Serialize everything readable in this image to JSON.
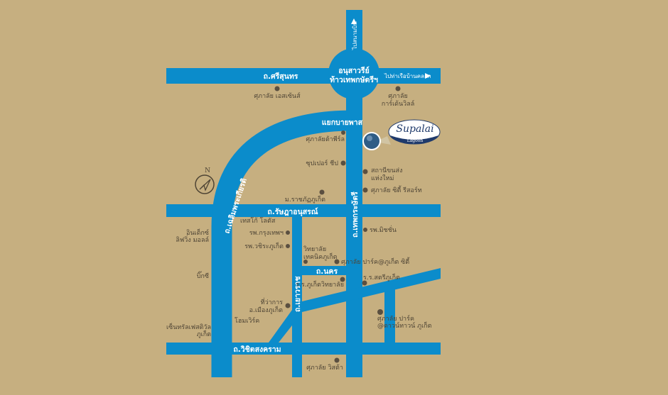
{
  "colors": {
    "road": "#0b8ccb",
    "background": "#c6af80",
    "poi": "#5a4f40"
  },
  "roads": {
    "srisoonthorn": "ถ.ศรีสุนทร",
    "roundabout_line1": "อนุสาวรีย์",
    "roundabout_line2": "ท้าวเทพกษัตรีฯ",
    "to_airport": "ไปสนามบิน",
    "to_pier": "ไปท่าเรือบ้านคลอก",
    "bypass_junction": "แยกบายพาส",
    "chalermprakiat": "ถ.เฉลิมพระเกียรติ",
    "rassada": "ถ.รัษฎาอนุสรณ์",
    "thepkrasattri": "ถ.เทพกระษัตรี",
    "nakhon": "ถ.นคร",
    "yaowarat": "ถ.เยาวราช",
    "wichit": "ถ.วิชิตสงคราม"
  },
  "compass": "N",
  "brand": {
    "name": "Supalai",
    "sub": "Lagoon"
  },
  "pois": [
    "ศุภาลัย เอสเซ้นส์",
    "ศุภาลัย",
    "การ์เด้นวิลล์",
    "ศุภาลัยต้าพีร์ล",
    "ซุปเปอร์ ชีป",
    "สถานีขนส่ง",
    "แห่งใหม่",
    "ศุภาลัย ซิตี้ รีสอร์ท",
    "ม.ราชภัฏภูเก็ต",
    "เทสโก้ โลตัส",
    "อินเด็กซ์",
    "ลิฟวิ่ง มอลล์",
    "รพ.กรุงเทพฯ",
    "รพ.วชิระภูเก็ต",
    "รพ.มิชชั่น",
    "วิทยาลัย",
    "เทคนิคภูเก็ต",
    "ศุภาลัย ปาร์ค@ภูเก็ต ซิตี้",
    "บิ๊กซี",
    "ร.ร.ภูเก็ตวิทยาลัย",
    "ร.ร.สตรีภูเก็ต",
    "ที่ว่าการ",
    "อ.เมืองภูเก็ต",
    "โฮมเวิร์ค",
    "เซ็นทรัลเฟสติวัล",
    "ภูเก็ต",
    "ศุภาลัย ปาร์ค",
    "@ดาวน์ทาวน์ ภูเก็ต",
    "ศุภาลัย วิสต้า"
  ]
}
